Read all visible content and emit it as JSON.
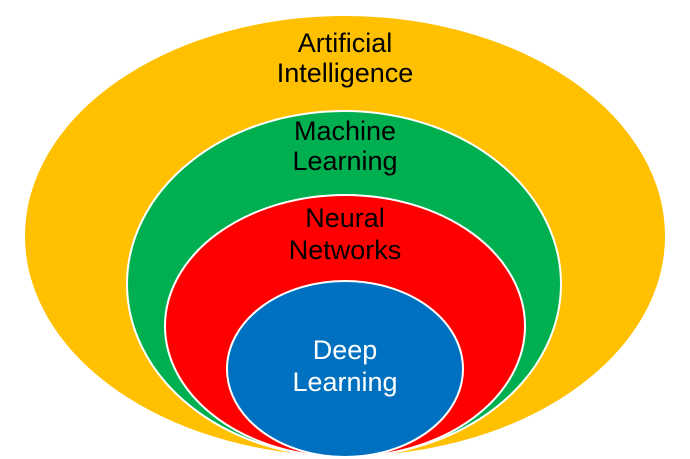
{
  "diagram": {
    "layers": [
      {
        "id": "ai",
        "line1": "Artificial",
        "line2": "Intelligence",
        "fill": "#FFC000",
        "text_color": "#000000"
      },
      {
        "id": "ml",
        "line1": "Machine",
        "line2": "Learning",
        "fill": "#00B050",
        "text_color": "#000000"
      },
      {
        "id": "nn",
        "line1": "Neural",
        "line2": "Networks",
        "fill": "#FF0000",
        "text_color": "#000000"
      },
      {
        "id": "dl",
        "line1": "Deep",
        "line2": "Learning",
        "fill": "#0070C0",
        "text_color": "#FFFFFF"
      }
    ],
    "outline_color": "#FFFFFF"
  }
}
